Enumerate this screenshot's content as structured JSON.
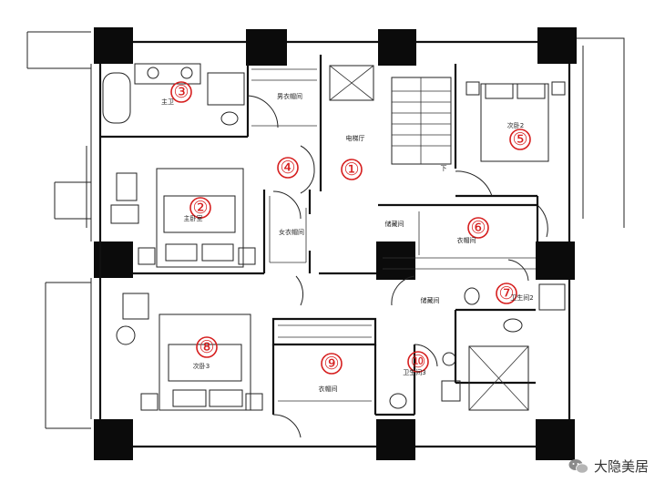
{
  "rooms": [
    {
      "num": "①",
      "label": "电梯厅"
    },
    {
      "num": "②",
      "label": "主卧室"
    },
    {
      "num": "③",
      "label": "主卫"
    },
    {
      "num": "④",
      "label": ""
    },
    {
      "num": "⑤",
      "label": "次卧2"
    },
    {
      "num": "⑥",
      "label": "衣帽间"
    },
    {
      "num": "⑦",
      "label": "卫生间2"
    },
    {
      "num": "⑧",
      "label": "次卧3"
    },
    {
      "num": "⑨",
      "label": "衣帽间"
    },
    {
      "num": "⑩",
      "label": "卫生间3"
    }
  ],
  "labels": {
    "men_closet": "男衣帽间",
    "women_closet": "女衣帽间",
    "storage": "储藏间",
    "storage2": "储藏间",
    "down": "下"
  },
  "watermark": "大隐美居",
  "colors": {
    "marker": "#d61e1e",
    "line": "#111111"
  }
}
